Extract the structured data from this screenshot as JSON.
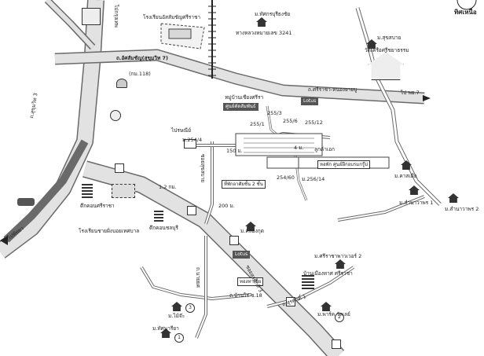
{
  "compass_label": "ทิศเหนือ",
  "roads": {
    "sukhumvit_7": "ถ.อัศสัมชัญ(สุขุมวิท 7)",
    "sukhumvit_3": "ถ.สุขุมวิท 3",
    "km118": "(กม.118)",
    "sriracha_nong_yai": "ถ.ศรีราชา-หนองยายบู",
    "to_pattaya_7": "ไป พย.7",
    "to_bangkok": "ไปกรุงเทพ",
    "to_pattaya": "ไปพัทยา",
    "highway_3241": "ทางหลวงหมายเลข 3241",
    "soi_suksabai": "ซอยสุขสบาย",
    "km_1_2": "1.2 กม.",
    "m_200": "200 ม.",
    "m_150": "150 ม.",
    "m_4": "4 ม.",
    "soi_surasak_1": "ถ.สุรศักดิ์ 1",
    "soi_surasak_3": "ซอยสุรศักดิ์ 3",
    "soi_bun_18": "ถ.บ้านไร่ ซ.18",
    "soi_nai_yot": "ถ.นายยศ",
    "soi_thetsaban_1": "ซ.เทศบาล 1"
  },
  "places": {
    "school_assumption": "โรงเรียนอัสสัมชัญศรีราชา",
    "villa_sriracha": "หมู่บ้านเชียงศรีรา",
    "blue_tag": "ศูนย์ตัดสัมพันธ์",
    "lotus_tag": "Lotus",
    "lotus_tag2": "Lotus",
    "m_ruam": "ม.ทัศกรบุรีธงชัย",
    "m_suksabai": "ม.สุขสบาย",
    "wat": "วัดเครือศรีชยาธรรม",
    "post_office": "ไปรษณีย์",
    "no_254_4": "ม.254/4",
    "no_255_1": "255/1",
    "no_255_3": "255/3",
    "no_255_6": "255/6",
    "no_255_12": "255/12",
    "no_254_60": "254/60",
    "no_256_14": "ม.256/14",
    "training_center": "หอพัก ศูนย์ฝึกอบรมกรู๊ป",
    "market": "ลูกค้าเอก",
    "apartment": "ที่พักอาศัยชั้น 2 ชั้น",
    "m_kaeo": "ม.คาสเมีย",
    "m_siri_1": "ม.สำนาวาพร 1",
    "m_siri_2": "ม.สำนาวาพร 2",
    "m_central_1": "ม.คลองกุด",
    "school_2": "โรงเรียนชายฝั่งบอยเทศบาล",
    "tower_1": "ตึกคอนศรีราชา",
    "tower_2": "ตึกคอนชลบุรี",
    "m_sriracha_village": "ม.สีคุมแก้",
    "m_sri_2": "ม.ศรีราชาพาวเวอร์ 2",
    "ban_muang": "บ้านเมืองทาศ ศรีราชา",
    "m_wachira": "ม.พาร์ค วัลเลย์",
    "m_mai": "ม.ไม้จ๊ะ",
    "m_chonburi_1": "ม.ทัศนารียา",
    "sign_red": "ทองทาเช็ย",
    "num_1": "1",
    "num_2": "2",
    "num_3": "3"
  },
  "colors": {
    "road_fill": "#e2e2e2",
    "road_edge": "#6a6a6a",
    "dark_tag": "#555555",
    "ink": "#222222"
  },
  "icons": [
    "convenience-store-icon",
    "house-icon",
    "temple-icon",
    "school-building-icon",
    "tower-icon",
    "envelope-icon",
    "shell-icon",
    "oil-drop-icon",
    "railway-icon",
    "compass-icon"
  ]
}
